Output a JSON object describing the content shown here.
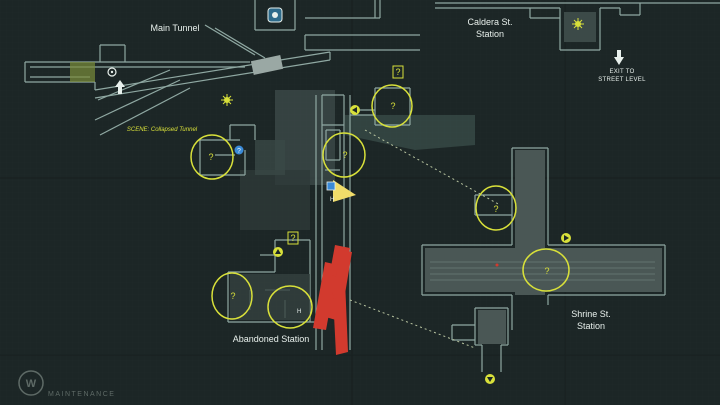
{
  "map": {
    "title": "",
    "labels": {
      "main_tunnel": "Main Tunnel",
      "caldera_station": "Caldera St.\nStation",
      "exit_street": "EXIT TO\nSTREET LEVEL",
      "scene_collapsed": "SCENE: Collapsed Tunnel",
      "shrine_station": "Shrine St.\nStation",
      "abandoned_station": "Abandoned Station",
      "footer_brand": "MAINTENANCE",
      "logo_letter": "W"
    },
    "colors": {
      "background": "#1c2626",
      "wall": "#8fa8a2",
      "floor": "#3a4644",
      "highlight": "#d8e03a",
      "collapse": "#d23a2e",
      "player": "#f0dc6a",
      "info": "#3a8ad8"
    },
    "collectible_marker_symbol": "?",
    "icons": [
      "sun-icon",
      "exit-arrow-icon",
      "player-marker-icon",
      "info-icon",
      "save-room-icon",
      "stairs-icon"
    ]
  }
}
